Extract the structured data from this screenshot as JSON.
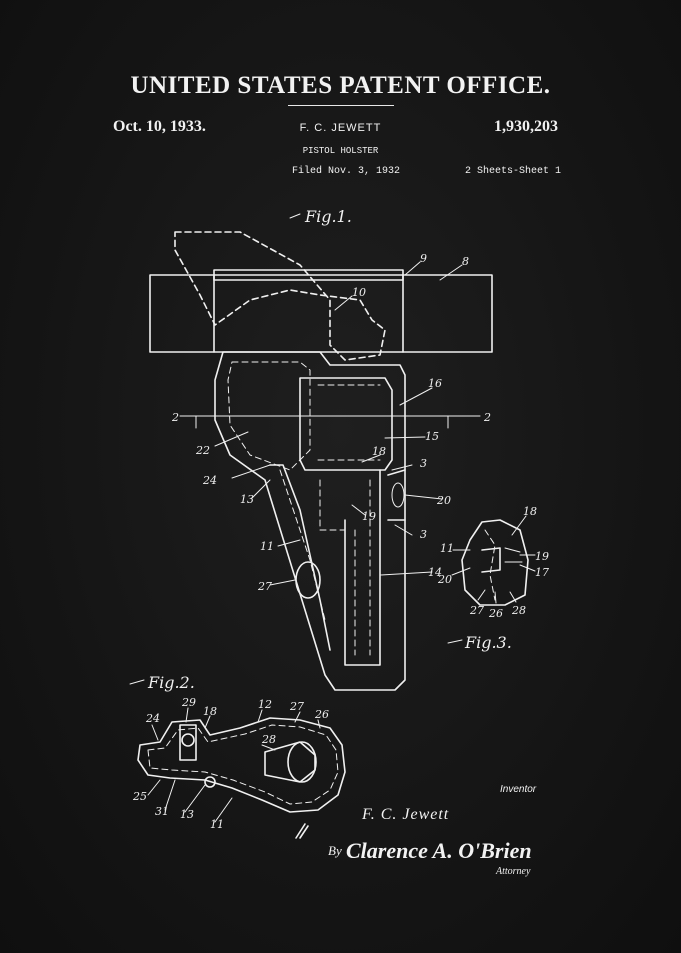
{
  "header": {
    "office_title": "UNITED STATES PATENT OFFICE.",
    "date": "Oct. 10, 1933.",
    "inventor_name": "F. C. JEWETT",
    "patent_number": "1,930,203",
    "subject": "PISTOL HOLSTER",
    "filed": "Filed Nov. 3, 1932",
    "sheets": "2 Sheets-Sheet  1"
  },
  "figures": {
    "fig1_label": "Fig.1.",
    "fig2_label": "Fig.2.",
    "fig3_label": "Fig.3."
  },
  "reference_numerals": {
    "n9": "9",
    "n8": "8",
    "n10": "10",
    "n16": "16",
    "n2a": "2",
    "n2b": "2",
    "n15": "15",
    "n22": "22",
    "n18a": "18",
    "n3a": "3",
    "n24a": "24",
    "n13a": "13",
    "n20a": "20",
    "n19a": "19",
    "n3b": "3",
    "n11a": "11",
    "n14": "14",
    "n27a": "27",
    "n18b": "18",
    "n11b": "11",
    "n19b": "19",
    "n17": "17",
    "n20b": "20",
    "n27b": "27",
    "n26a": "26",
    "n28a": "28",
    "n29": "29",
    "n18c": "18",
    "n12": "12",
    "n27c": "27",
    "n26b": "26",
    "n24b": "24",
    "n28b": "28",
    "n25": "25",
    "n31": "31",
    "n13b": "13",
    "n11c": "11"
  },
  "signatures": {
    "inventor_label": "Inventor",
    "inventor_signature": "F. C. Jewett",
    "by_label": "By",
    "attorney_signature": "Clarence A. O'Brien",
    "attorney_label": "Attorney"
  },
  "colors": {
    "background": "#161616",
    "ink": "#f0f0f0"
  }
}
